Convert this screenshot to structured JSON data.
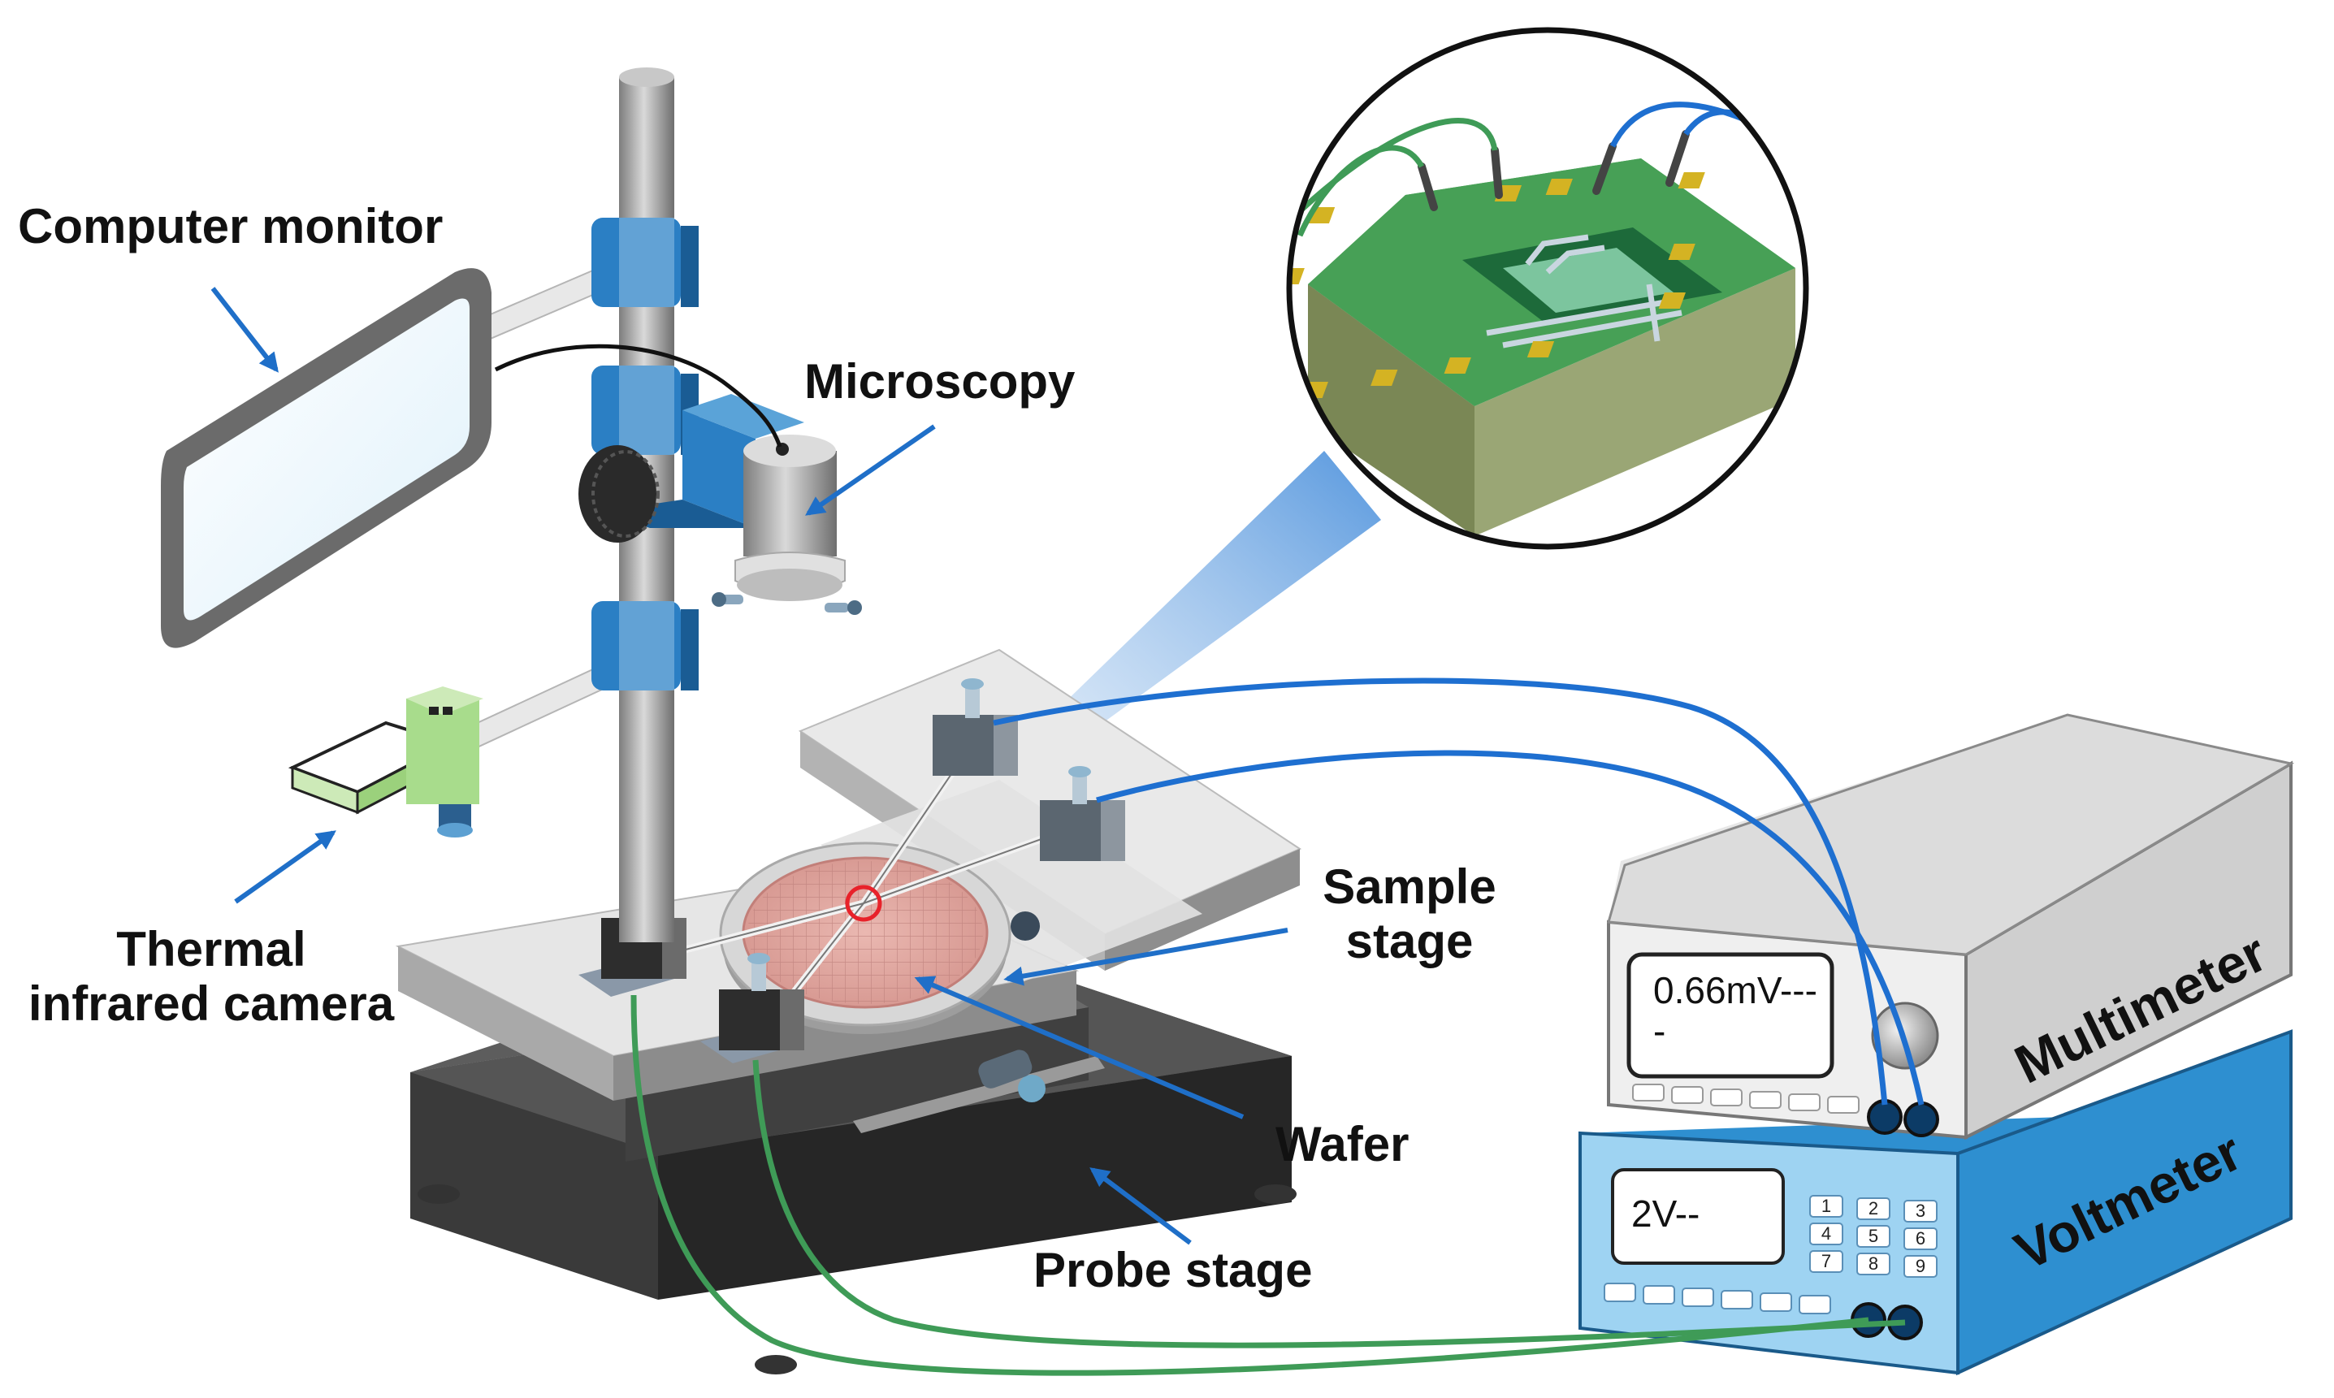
{
  "labels": {
    "computer_monitor": "Computer monitor",
    "microscopy": "Microscopy",
    "thermal_line1": "Thermal",
    "thermal_line2": "infrared camera",
    "sample_line1": "Sample",
    "sample_line2": "stage",
    "wafer": "Wafer",
    "probe_stage": "Probe stage",
    "multimeter": "Multimeter",
    "voltmeter": "Voltmeter"
  },
  "readouts": {
    "multimeter_line1": "0.66mV---",
    "multimeter_line2": "-",
    "voltmeter": "2V--"
  },
  "keypad": {
    "keys": [
      "1",
      "2",
      "3",
      "4",
      "5",
      "6",
      "7",
      "8",
      "9"
    ]
  },
  "colors": {
    "annotation_arrow": "#1f6fc8",
    "blue_wire": "#1e6fd0",
    "green_wire": "#3f9b57",
    "column_clamp": "#2b7fc4",
    "pcb_green": "#3e9650",
    "pad_gold": "#d4b323",
    "voltmeter_body": "#2e8fd0",
    "multimeter_body": "#d4d4d4",
    "wafer_pink": "#e2a7a0"
  }
}
